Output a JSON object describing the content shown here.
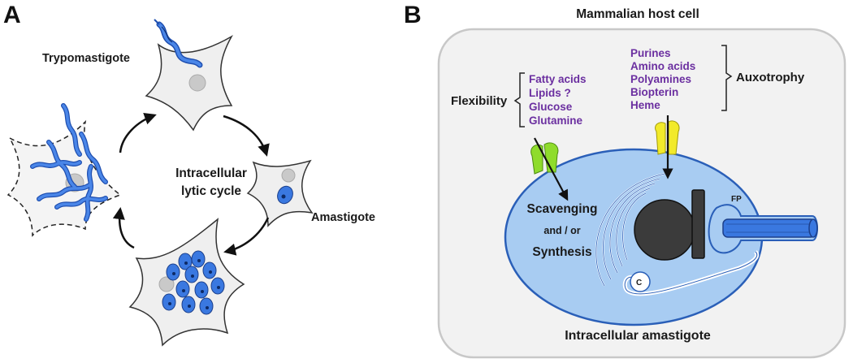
{
  "panel_a": {
    "letter": "A",
    "stages": {
      "trypomastigote": "Trypomastigote",
      "amastigote": "Amastigote"
    },
    "center_label": [
      "Intracellular",
      "lytic cycle"
    ]
  },
  "panel_b": {
    "letter": "B",
    "title": "Mammalian host cell",
    "flexibility": {
      "label": "Flexibility",
      "items": [
        "Fatty acids",
        "Lipids ?",
        "Glucose",
        "Glutamine"
      ]
    },
    "auxotrophy": {
      "label": "Auxotrophy",
      "items": [
        "Purines",
        "Amino acids",
        "Polyamines",
        "Biopterin",
        "Heme"
      ]
    },
    "processes": {
      "scavenging": "Scavenging",
      "and_or": "and / or",
      "synthesis": "Synthesis"
    },
    "fp_label": "FP",
    "c_label": "C",
    "bottom_label": "Intracellular amastigote"
  },
  "colors": {
    "parasite_blue": "#3a78e0",
    "amastigote_fill": "#a8ccf2",
    "cell_gray": "#f0f0f0",
    "purple_text": "#6b2fa0",
    "transporter_green": "#8fdc2c",
    "transporter_yellow": "#f2ea2a"
  }
}
